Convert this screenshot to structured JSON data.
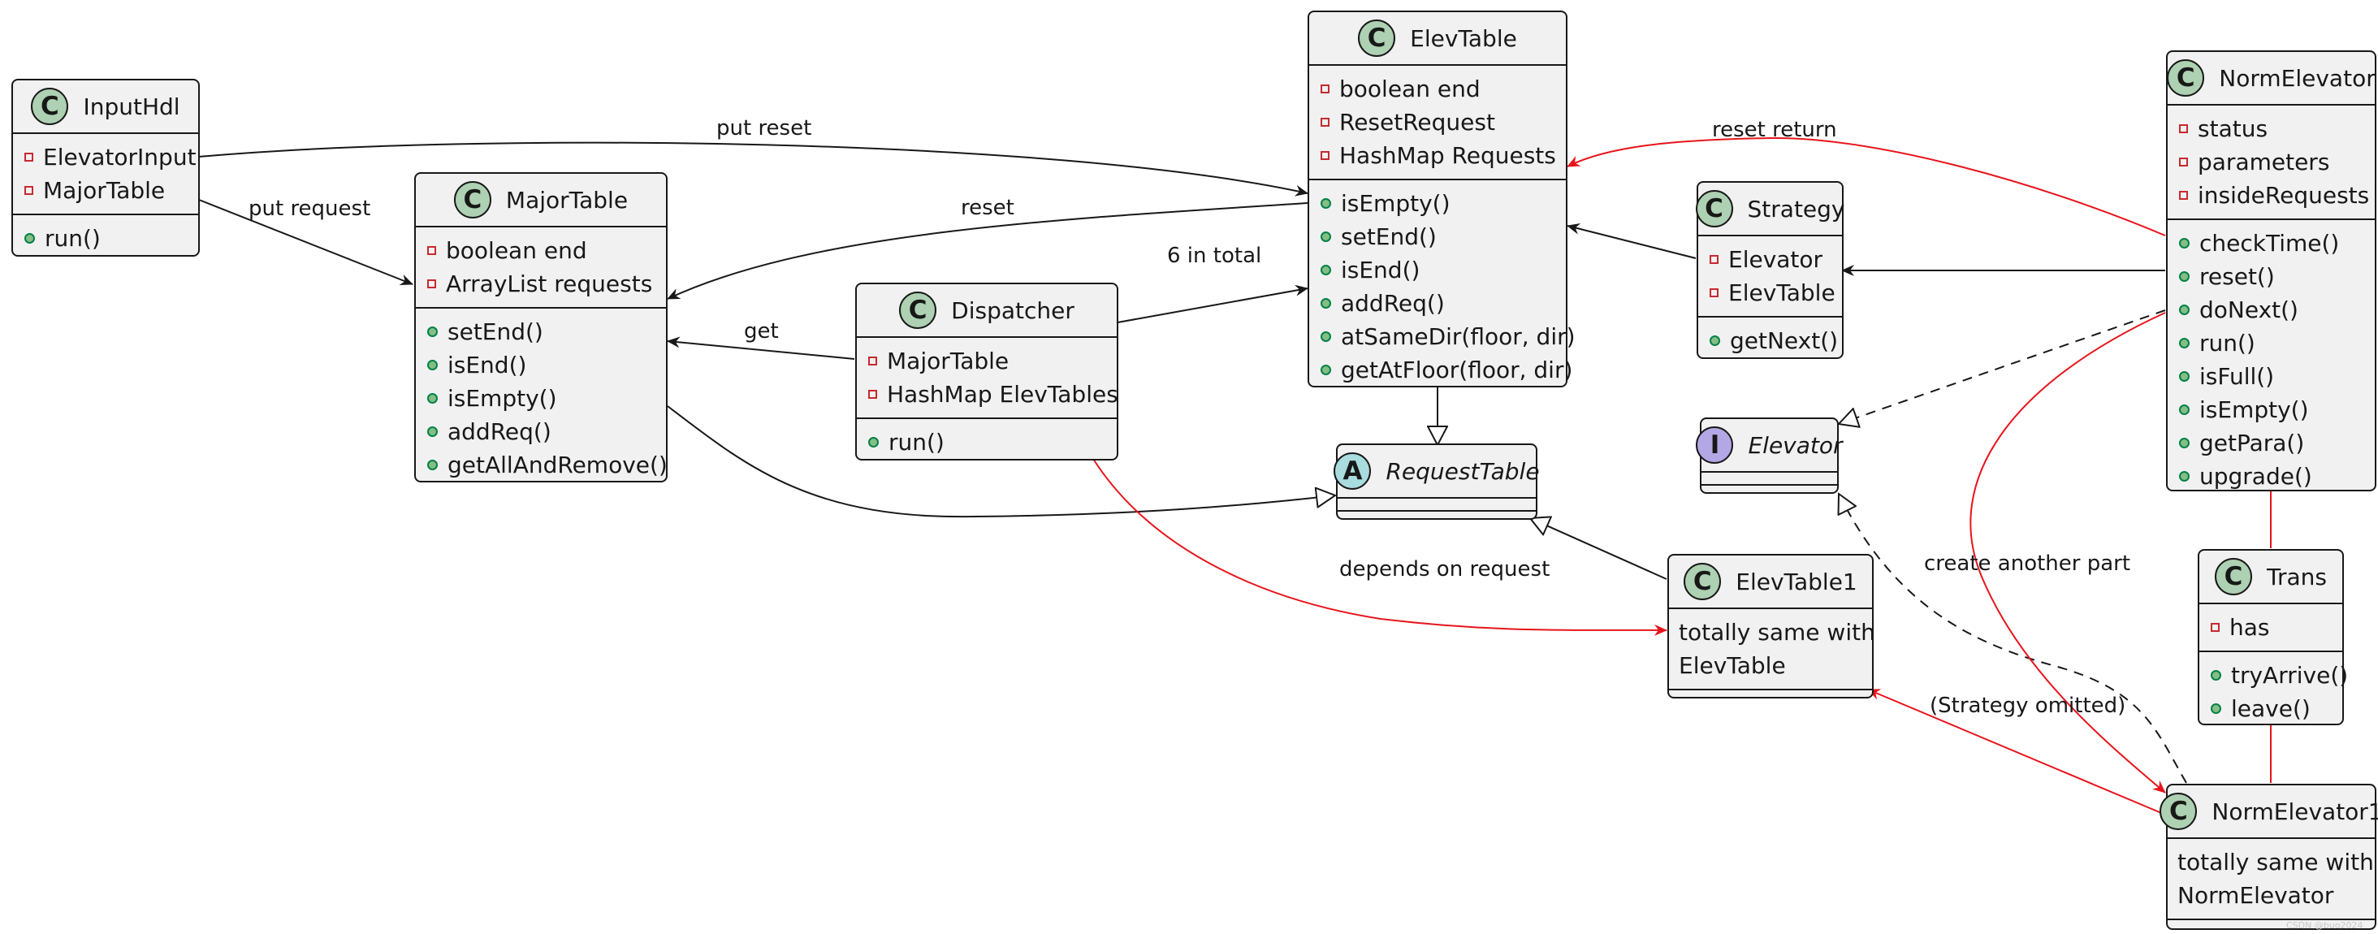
{
  "classes": {
    "inputhdl": {
      "name": "InputHdl",
      "stereotype": "C",
      "attributes": [
        "ElevatorInput",
        "MajorTable"
      ],
      "methods": [
        "run()"
      ]
    },
    "majortable": {
      "name": "MajorTable",
      "stereotype": "C",
      "attributes": [
        "boolean end",
        "ArrayList requests"
      ],
      "methods": [
        "setEnd()",
        "isEnd()",
        "isEmpty()",
        "addReq()",
        "getAllAndRemove()"
      ]
    },
    "dispatcher": {
      "name": "Dispatcher",
      "stereotype": "C",
      "attributes": [
        "MajorTable",
        "HashMap ElevTables"
      ],
      "methods": [
        "run()"
      ]
    },
    "elevtable": {
      "name": "ElevTable",
      "stereotype": "C",
      "attributes": [
        "boolean end",
        "ResetRequest",
        "HashMap Requests"
      ],
      "methods": [
        "isEmpty()",
        "setEnd()",
        "isEnd()",
        "addReq()",
        "atSameDir(floor, dir)",
        "getAtFloor(floor, dir)"
      ]
    },
    "requesttable": {
      "name": "RequestTable",
      "stereotype": "A"
    },
    "strategy": {
      "name": "Strategy",
      "stereotype": "C",
      "attributes": [
        "Elevator",
        "ElevTable"
      ],
      "methods": [
        "getNext()"
      ]
    },
    "elevator": {
      "name": "Elevator",
      "stereotype": "I"
    },
    "elevtable1": {
      "name": "ElevTable1",
      "stereotype": "C",
      "body": [
        "totally same with",
        "ElevTable"
      ]
    },
    "normelevator": {
      "name": "NormElevator",
      "stereotype": "C",
      "attributes": [
        "status",
        "parameters",
        "insideRequests"
      ],
      "methods": [
        "checkTime()",
        "reset()",
        "doNext()",
        "run()",
        "isFull()",
        "isEmpty()",
        "getPara()",
        "upgrade()"
      ]
    },
    "trans": {
      "name": "Trans",
      "stereotype": "C",
      "attributes": [
        "has"
      ],
      "methods": [
        "tryArrive()",
        "leave()"
      ]
    },
    "normelevator1": {
      "name": "NormElevator1",
      "stereotype": "C",
      "body": [
        "totally same with",
        "NormElevator"
      ]
    }
  },
  "labels": {
    "put_reset": "put reset",
    "put_request": "put request",
    "reset": "reset",
    "six_in_total": "6 in total",
    "get": "get",
    "reset_return": "reset return",
    "depends_on_request": "depends on request",
    "create_another_part": "create another part",
    "strategy_omitted": "(Strategy omitted)"
  },
  "watermark": "CSDN @buo2024",
  "colors": {
    "line": "#181818",
    "highlight": "#e8141b",
    "box": "#f1f1f1"
  }
}
